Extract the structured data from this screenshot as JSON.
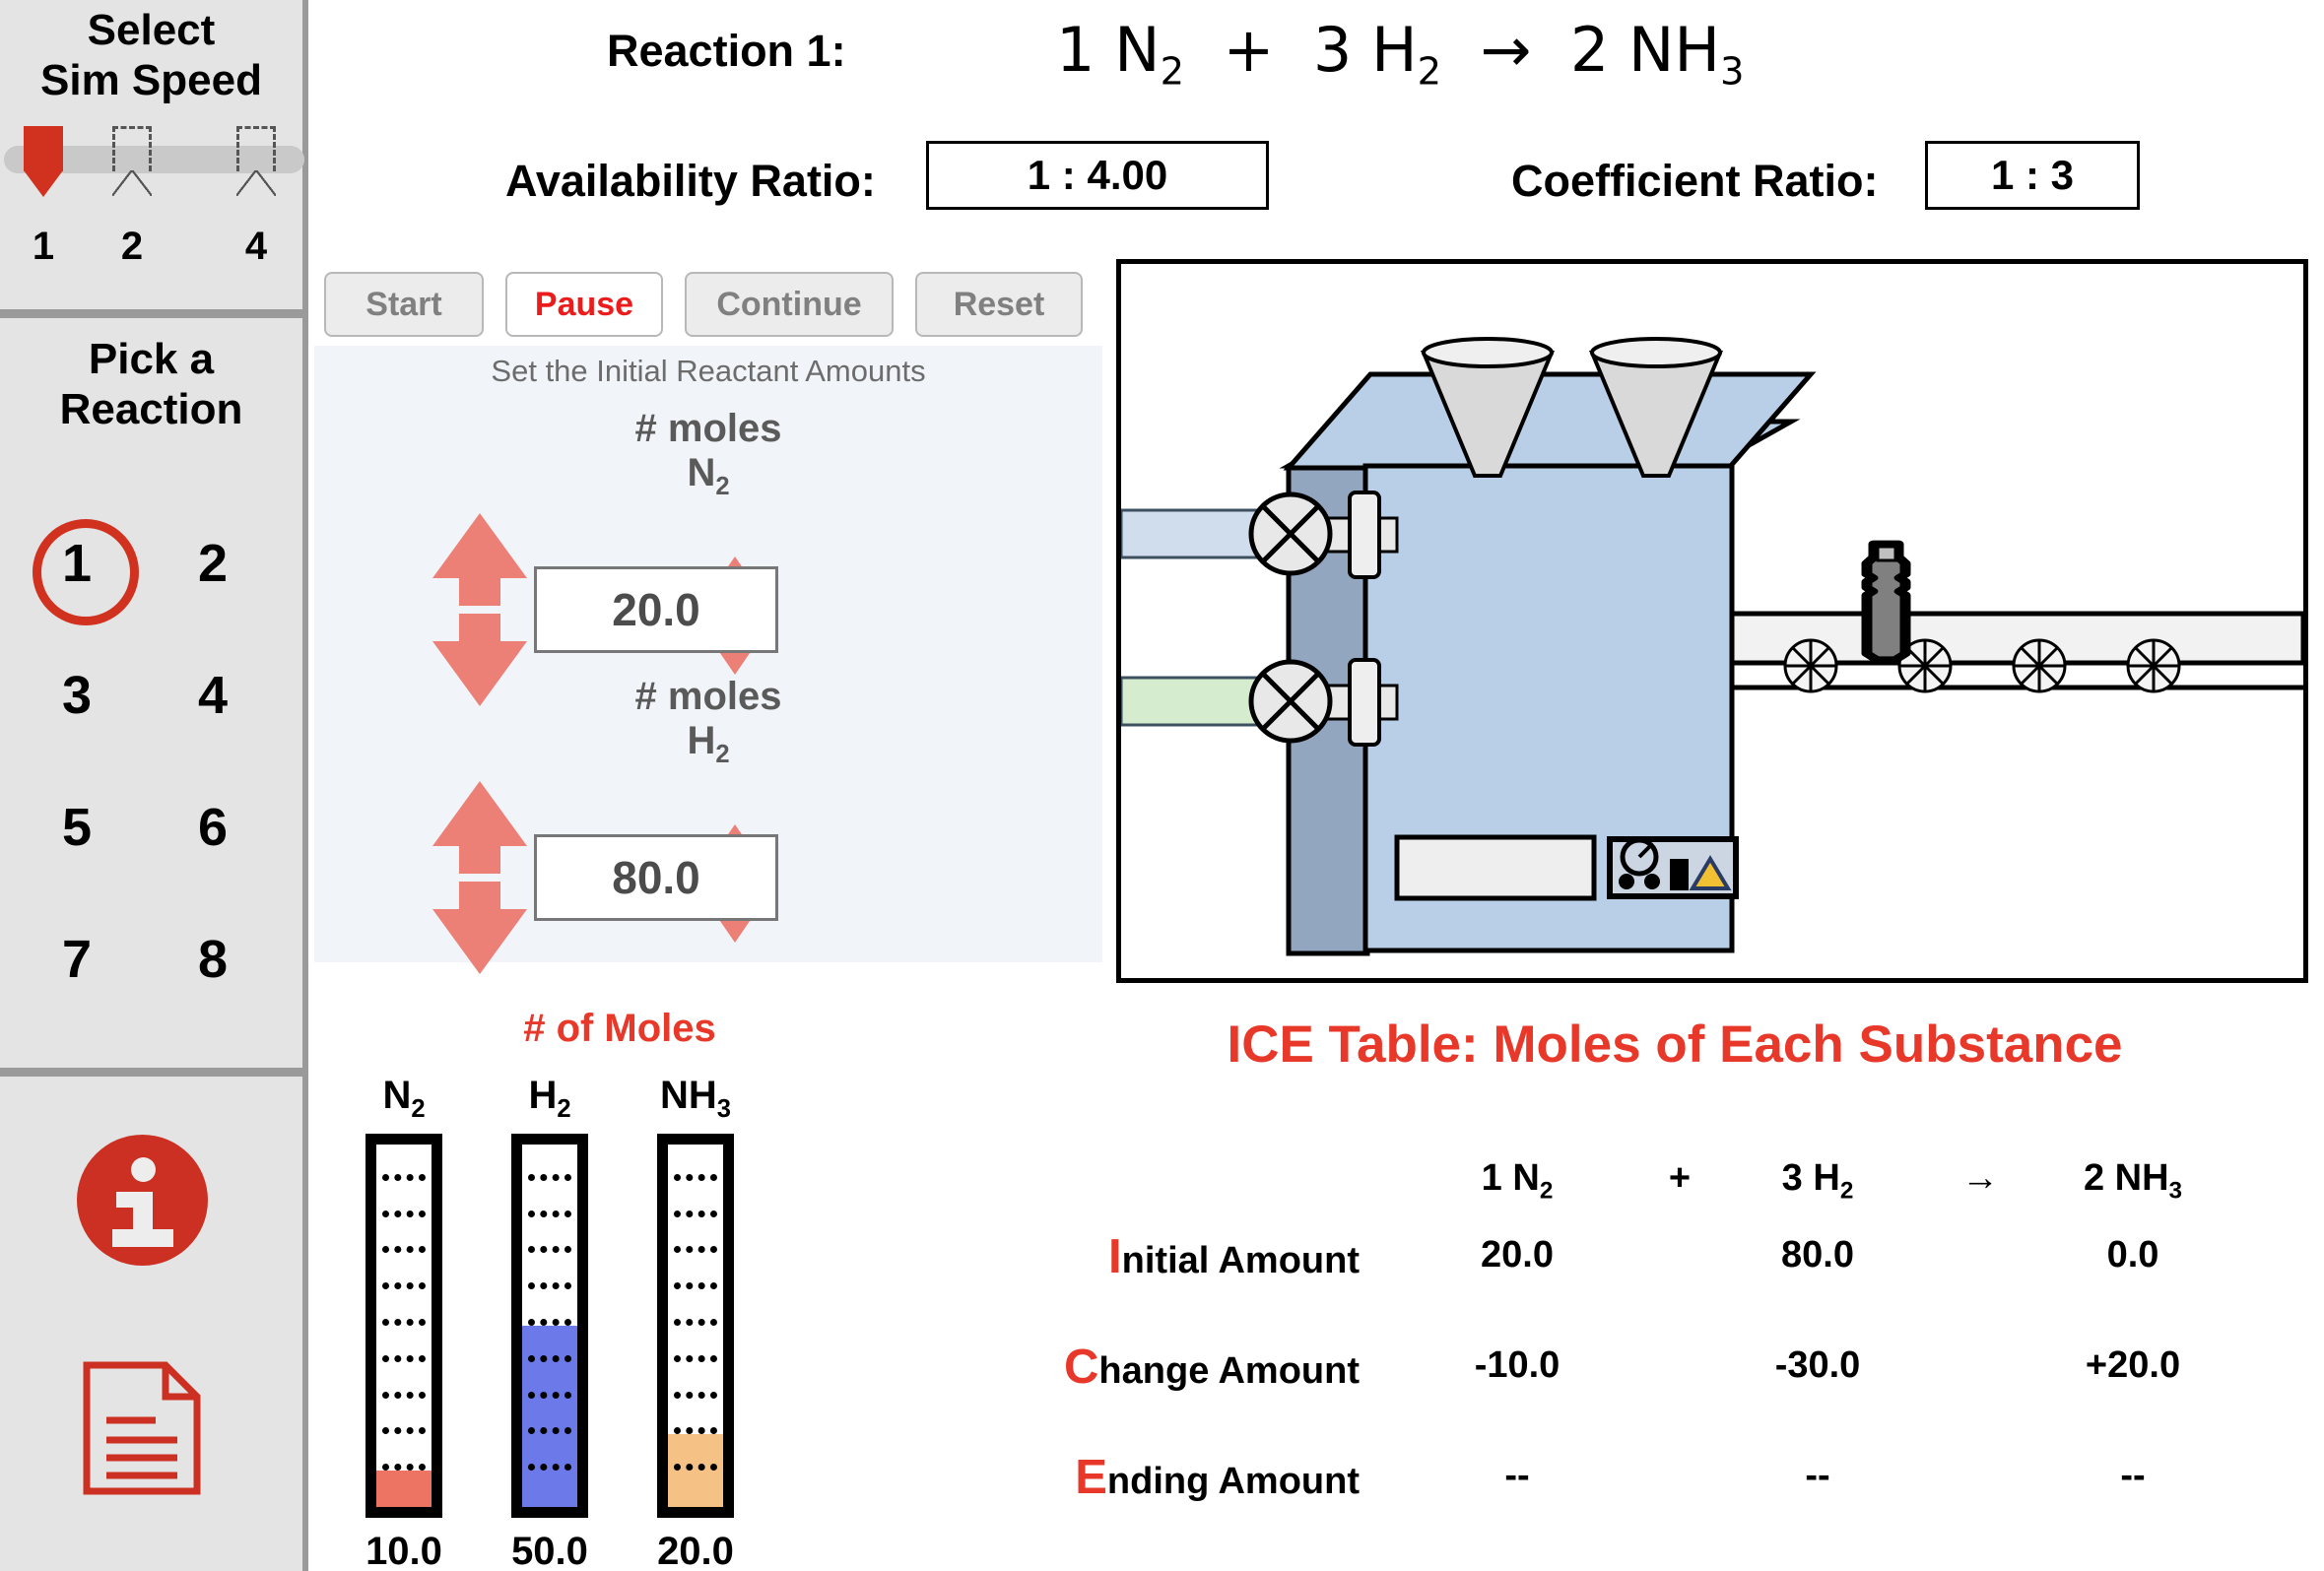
{
  "sidebar": {
    "speed": {
      "title_line1": "Select",
      "title_line2": "Sim Speed",
      "options": [
        "1",
        "2",
        "4"
      ],
      "selected": "1",
      "marker_color": "#d0321f"
    },
    "reaction_picker": {
      "title_line1": "Pick a",
      "title_line2": "Reaction",
      "options": [
        "1",
        "2",
        "3",
        "4",
        "5",
        "6",
        "7",
        "8"
      ],
      "selected": "1",
      "highlight_color": "#d0321f"
    },
    "info_icon": "info-circle-icon",
    "doc_icon": "document-icon"
  },
  "header": {
    "reaction_label": "Reaction 1:",
    "equation": {
      "coef_a": "1",
      "species_a": "N",
      "sub_a": "2",
      "plus": "+",
      "coef_b": "3",
      "species_b": "H",
      "sub_b": "2",
      "arrow": "→",
      "coef_c": "2",
      "species_c": "NH",
      "sub_c": "3"
    },
    "availability_ratio_label": "Availability Ratio:",
    "availability_ratio_value": "1 : 4.00",
    "coefficient_ratio_label": "Coefficient Ratio:",
    "coefficient_ratio_value": "1 : 3"
  },
  "controls": {
    "buttons": [
      {
        "label": "Start",
        "state": "inactive"
      },
      {
        "label": "Pause",
        "state": "active"
      },
      {
        "label": "Continue",
        "state": "inactive"
      },
      {
        "label": "Reset",
        "state": "inactive"
      }
    ],
    "active_color": "#ed1c1c"
  },
  "reactant_panel": {
    "heading": "Set the Initial Reactant Amounts",
    "inputs": [
      {
        "caption_line1": "# moles",
        "species": "N",
        "subscript": "2",
        "value": "20.0",
        "big_up_icon": "arrow-up-large-icon",
        "big_down_icon": "arrow-down-large-icon",
        "small_up_icon": "arrow-up-small-icon",
        "small_down_icon": "arrow-down-small-icon"
      },
      {
        "caption_line1": "# moles",
        "species": "H",
        "subscript": "2",
        "value": "80.0",
        "big_up_icon": "arrow-up-large-icon",
        "big_down_icon": "arrow-down-large-icon",
        "small_up_icon": "arrow-up-small-icon",
        "small_down_icon": "arrow-down-small-icon"
      }
    ],
    "arrow_color": "#ec8077"
  },
  "reactor": {
    "vessel_color": "#b9cfe8",
    "vessel_side_color": "#93a6bf",
    "funnel_color": "#d9d9d9",
    "inlet_pipe_top_color": "#cfdded",
    "inlet_pipe_bottom_color": "#d5ecce",
    "bottle_color": "#808080",
    "panel_icons": [
      "gauge-icon",
      "indicator-dot-icon",
      "indicator-dot-icon",
      "black-block-icon",
      "warning-triangle-icon"
    ],
    "warning_color": "#f2c033",
    "valve_icon": "valve-cross-icon",
    "conveyor_wheel_icon": "spoked-wheel-icon",
    "conveyor_wheel_count": 4
  },
  "bar_meters": {
    "title": "# of Moles",
    "title_color": "#e8382a",
    "max": 100,
    "divisions": 10,
    "bars": [
      {
        "species": "N",
        "subscript": "2",
        "value": "10.0",
        "value_num": 10,
        "color": "#ed7463"
      },
      {
        "species": "H",
        "subscript": "2",
        "value": "50.0",
        "value_num": 50,
        "color": "#6b7ae8"
      },
      {
        "species": "NH",
        "subscript": "3",
        "value": "20.0",
        "value_num": 20,
        "color": "#f5c184"
      }
    ]
  },
  "ice_table": {
    "title": "ICE Table: Moles of Each Substance",
    "title_color": "#e8382a",
    "accent_color": "#e8382a",
    "column_headers": [
      {
        "coef": "1",
        "species": "N",
        "sub": "2"
      },
      {
        "coef": "",
        "species": "+",
        "sub": ""
      },
      {
        "coef": "3",
        "species": "H",
        "sub": "2"
      },
      {
        "coef": "",
        "species": "→",
        "sub": ""
      },
      {
        "coef": "2",
        "species": "NH",
        "sub": "3"
      }
    ],
    "rows": [
      {
        "cap": "I",
        "rest": "nitial Amount",
        "values": [
          "20.0",
          "80.0",
          "0.0"
        ]
      },
      {
        "cap": "C",
        "rest": "hange Amount",
        "values": [
          "-10.0",
          "-30.0",
          "+20.0"
        ]
      },
      {
        "cap": "E",
        "rest": "nding Amount",
        "values": [
          "--",
          "--",
          "--"
        ]
      }
    ]
  },
  "chart_data": {
    "type": "bar",
    "title": "# of Moles",
    "categories": [
      "N2",
      "H2",
      "NH3"
    ],
    "values": [
      10.0,
      50.0,
      20.0
    ],
    "ylim": [
      0,
      100
    ],
    "ylabel": "moles",
    "xlabel": "",
    "grid": true,
    "colors": [
      "#ed7463",
      "#6b7ae8",
      "#f5c184"
    ]
  }
}
